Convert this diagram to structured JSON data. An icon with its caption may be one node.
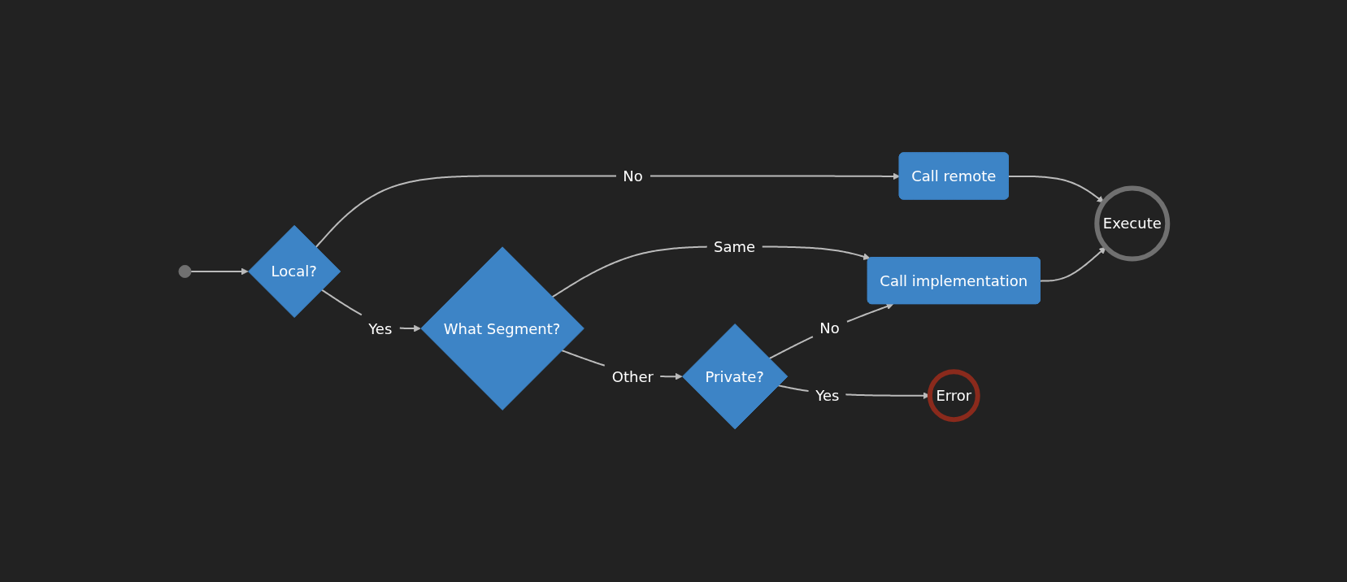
{
  "diagram": {
    "nodes": [
      {
        "text": [],
        "shape": "circle"
      },
      {
        "text": [
          "Local?"
        ]
      },
      {
        "text": [
          "Call remote"
        ]
      },
      {
        "text": [
          "What Segment?"
        ]
      },
      {
        "text": [
          "Call implementation"
        ]
      },
      {
        "text": [
          "Execute"
        ]
      },
      {
        "text": [
          "Private?"
        ]
      },
      {
        "text": [
          "Error"
        ]
      }
    ],
    "edges": [
      {
        "from": 0,
        "to": 1,
        "arrow": "to"
      },
      {
        "from": 1,
        "to": 2,
        "label": "No",
        "arrow": "to"
      },
      {
        "from": 1,
        "to": 3,
        "label": "Yes",
        "arrow": "to"
      },
      {
        "from": 3,
        "to": 4,
        "label": "Same",
        "arrow": "to"
      },
      {
        "from": 3,
        "to": 6,
        "label": "Other",
        "arrow": "to"
      },
      {
        "from": 6,
        "to": 4,
        "label": "No",
        "arrow": "to"
      },
      {
        "from": 6,
        "to": 7,
        "label": "Yes",
        "arrow": "to"
      },
      {
        "from": 2,
        "to": 5,
        "arrow": "to"
      },
      {
        "from": 4,
        "to": 5,
        "arrow": "to"
      }
    ]
  }
}
